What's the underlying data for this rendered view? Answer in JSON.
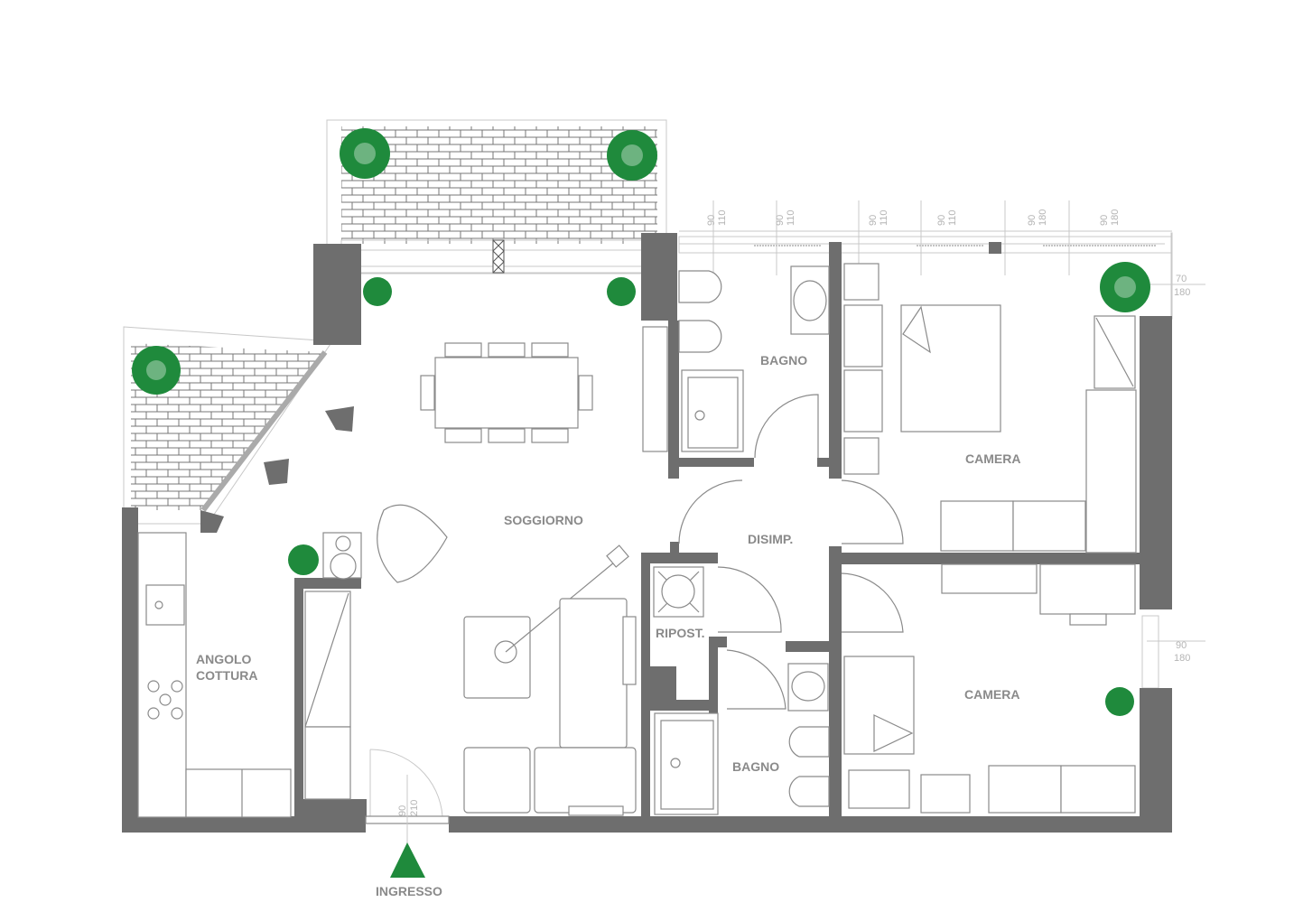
{
  "plan": {
    "rooms": {
      "soggiorno": "SOGGIORNO",
      "angolo_cottura_1": "ANGOLO",
      "angolo_cottura_2": "COTTURA",
      "bagno_top": "BAGNO",
      "bagno_bottom": "BAGNO",
      "disimpegno": "DISIMP.",
      "ripostiglio": "RIPOST.",
      "camera_top": "CAMERA",
      "camera_bottom": "CAMERA"
    },
    "entrance": {
      "label": "INGRESSO",
      "width": "90",
      "height": "210"
    },
    "windows_top": [
      {
        "w": "90",
        "h": "110"
      },
      {
        "w": "90",
        "h": "110"
      },
      {
        "w": "90",
        "h": "110"
      },
      {
        "w": "90",
        "h": "110"
      },
      {
        "w": "90",
        "h": "180"
      },
      {
        "w": "90",
        "h": "180"
      }
    ],
    "windows_right": [
      {
        "w": "70",
        "h": "180"
      },
      {
        "w": "90",
        "h": "180"
      }
    ],
    "colors": {
      "wall": "#6e6e6e",
      "plant": "#1f8a3c",
      "line": "#8a8a8a"
    }
  }
}
